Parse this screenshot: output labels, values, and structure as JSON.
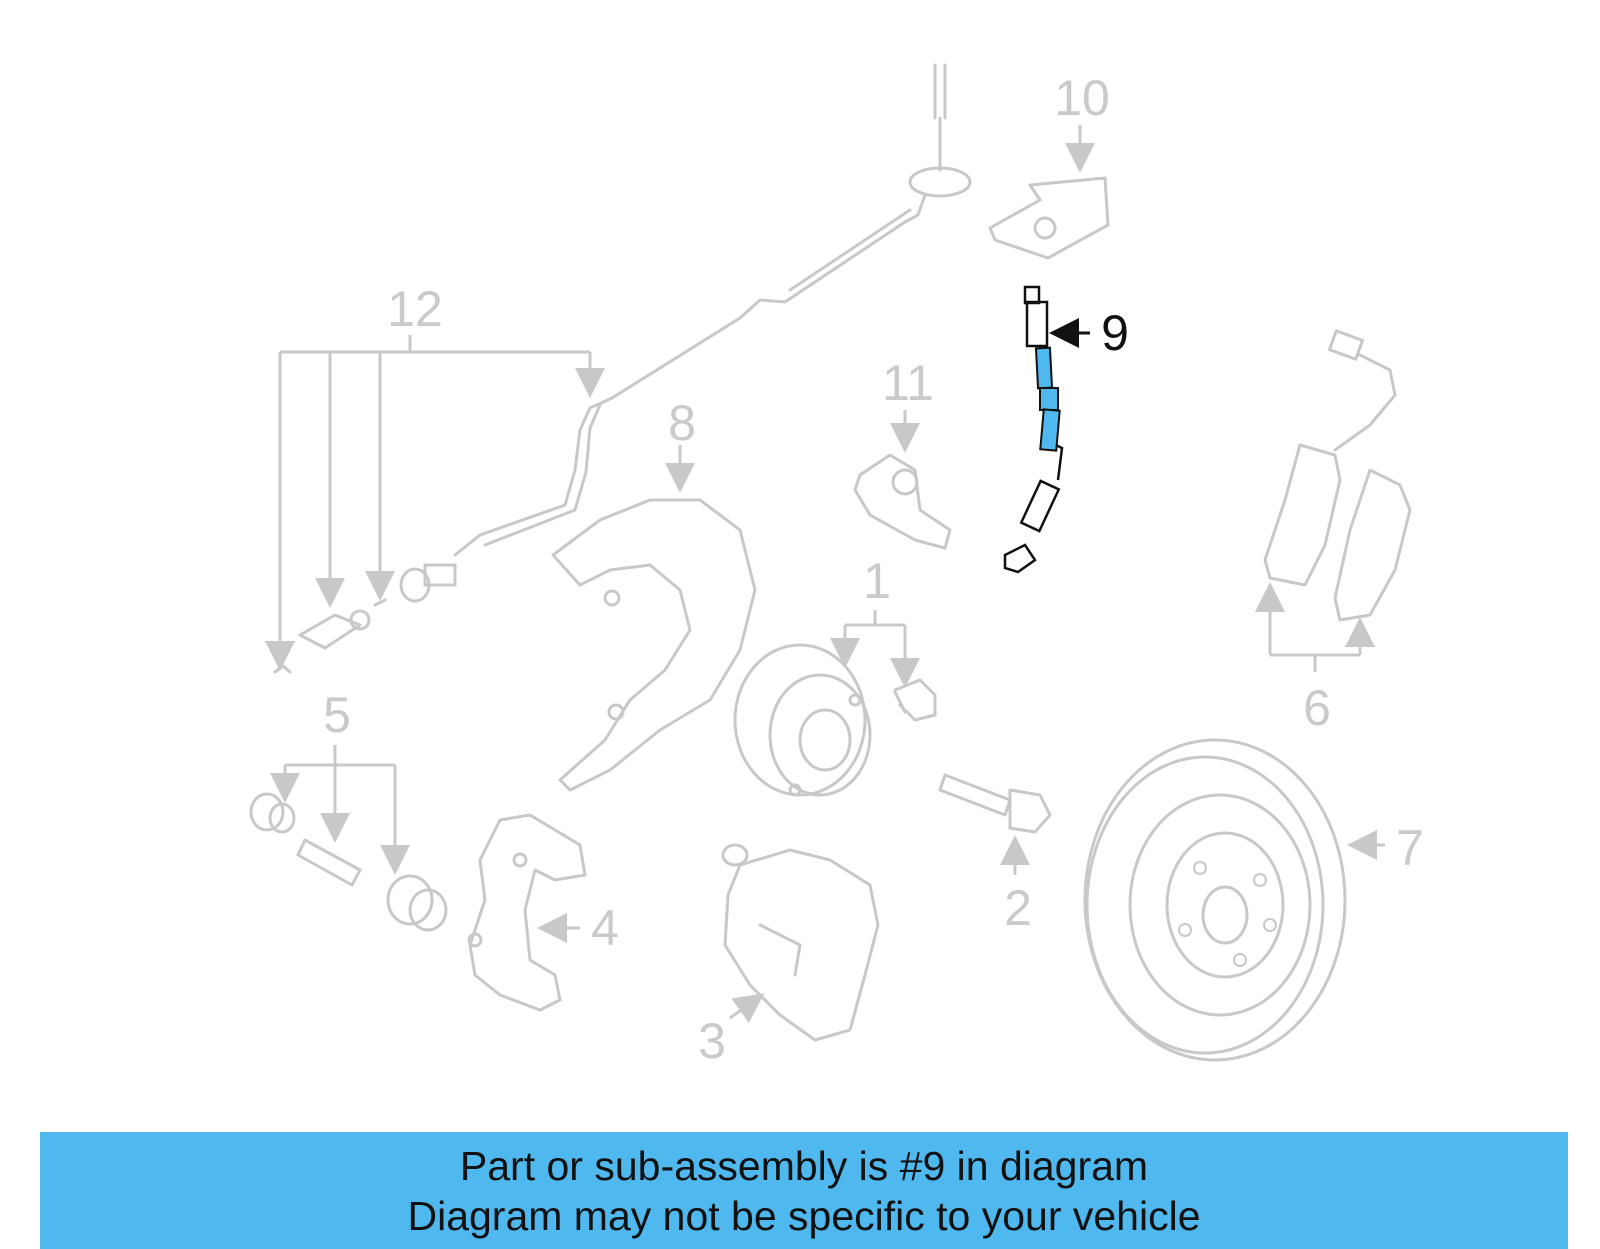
{
  "diagram": {
    "callouts": [
      {
        "id": "1",
        "label": "1"
      },
      {
        "id": "2",
        "label": "2"
      },
      {
        "id": "3",
        "label": "3"
      },
      {
        "id": "4",
        "label": "4"
      },
      {
        "id": "5",
        "label": "5"
      },
      {
        "id": "6",
        "label": "6"
      },
      {
        "id": "7",
        "label": "7"
      },
      {
        "id": "8",
        "label": "8"
      },
      {
        "id": "9",
        "label": "9",
        "highlighted": true
      },
      {
        "id": "10",
        "label": "10"
      },
      {
        "id": "11",
        "label": "11"
      },
      {
        "id": "12",
        "label": "12"
      }
    ],
    "highlight_color": "#4FB8EE",
    "inactive_color": "#C8C8C8"
  },
  "banner": {
    "line1": "Part or sub-assembly is #9 in diagram",
    "line2": "Diagram may not be specific to your vehicle",
    "background": "#4FB8EE"
  }
}
